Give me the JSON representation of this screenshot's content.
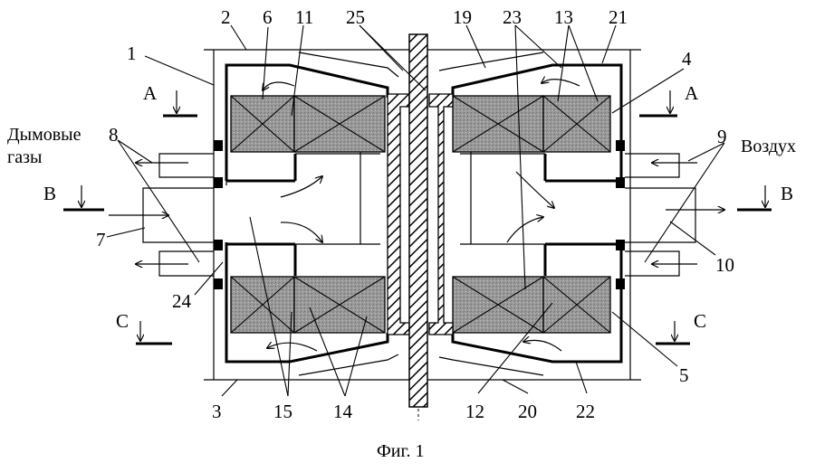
{
  "figure_caption": "Фиг. 1",
  "side_labels": {
    "flue_gases_line1": "Дымовые",
    "flue_gases_line2": "газы",
    "air": "Воздух"
  },
  "sections": {
    "a_left": "A",
    "a_right": "A",
    "b_left": "B",
    "b_right": "B",
    "c_left": "C",
    "c_right": "C"
  },
  "numbers": {
    "n1": "1",
    "n2": "2",
    "n3": "3",
    "n4": "4",
    "n5": "5",
    "n6": "6",
    "n7": "7",
    "n8": "8",
    "n9": "9",
    "n10": "10",
    "n11": "11",
    "n12": "12",
    "n13": "13",
    "n14": "14",
    "n15": "15",
    "n19": "19",
    "n20": "20",
    "n21": "21",
    "n22": "22",
    "n23": "23",
    "n24": "24",
    "n25": "25"
  },
  "colors": {
    "line": "#000000",
    "background": "#ffffff",
    "packing_fill": "#9a9a9a"
  }
}
